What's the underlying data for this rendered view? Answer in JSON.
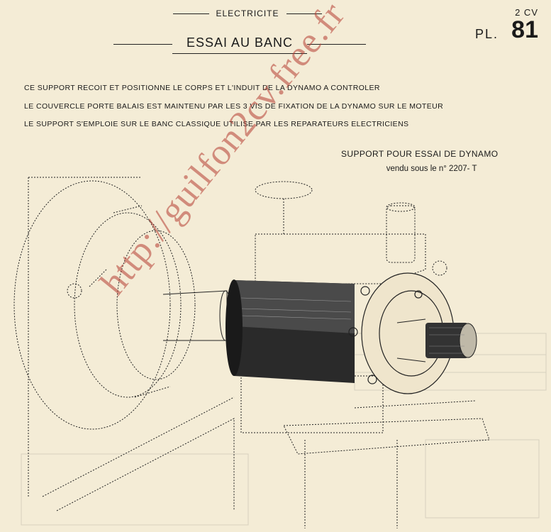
{
  "header": {
    "category": "ELECTRICITE",
    "title": "ESSAI AU BANC"
  },
  "corner": {
    "model": "2 CV",
    "plate_label": "PL.",
    "plate_number": "81"
  },
  "description": [
    "CE SUPPORT RECOIT ET POSITIONNE LE CORPS ET L'INDUIT DE LA DYNAMO A CONTROLER",
    "LE COUVERCLE PORTE BALAIS EST MAINTENU PAR LES 3 VIS DE FIXATION DE LA DYNAMO SUR LE MOTEUR",
    "LE SUPPORT S'EMPLOIE SUR LE BANC CLASSIQUE UTILISE PAR LES REPARATEURS ELECTRICIENS"
  ],
  "caption": {
    "title": "SUPPORT POUR ESSAI DE DYNAMO",
    "subtitle": "vendu sous le n° 2207- T"
  },
  "watermark": "http://guilfon2cv.free.fr",
  "colors": {
    "paper": "#f4ecd6",
    "ink": "#1a1a1a",
    "watermark": "#b43c32"
  }
}
